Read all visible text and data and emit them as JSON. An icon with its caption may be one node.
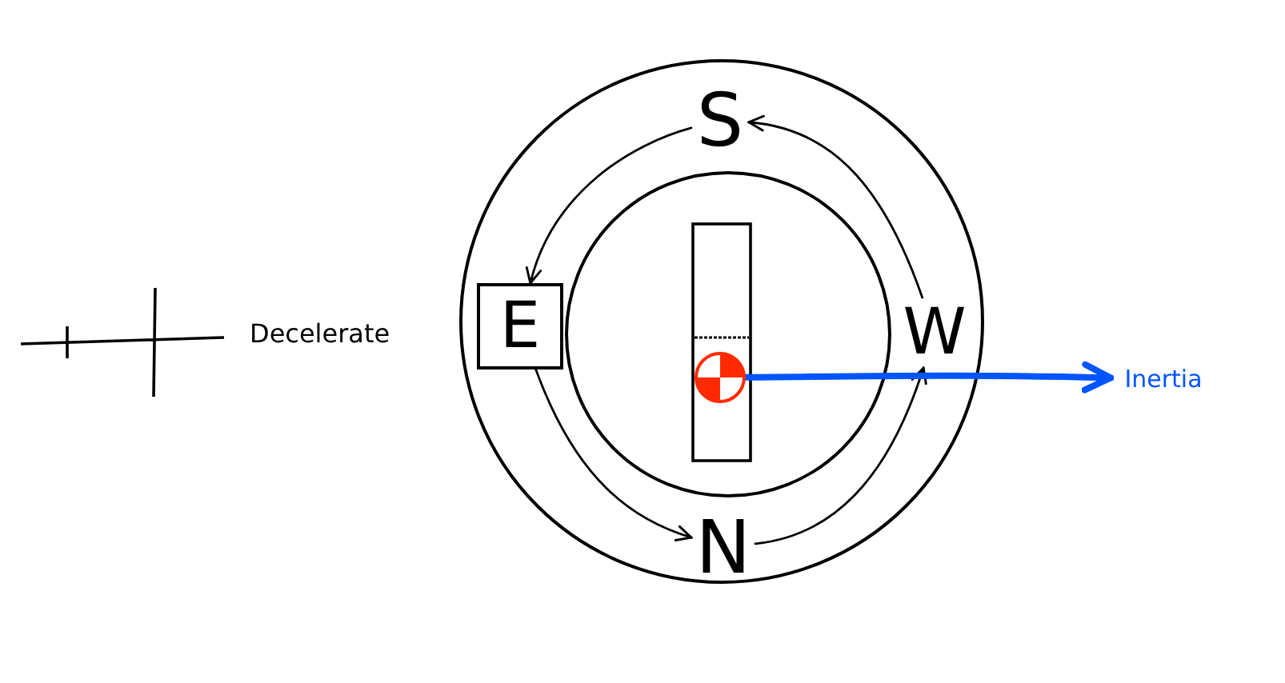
{
  "diagram": {
    "nodes": [
      {
        "text": [
          "S"
        ]
      },
      {
        "text": [
          "E"
        ]
      },
      {
        "text": [
          "N"
        ]
      },
      {
        "text": [
          "W"
        ]
      },
      {
        "text": [],
        "shape": "circle"
      },
      {
        "text": [
          "Inertia"
        ]
      }
    ],
    "edges": [
      {
        "from": 0,
        "to": 1,
        "arrow": "to"
      },
      {
        "from": 1,
        "to": 2,
        "arrow": "to"
      },
      {
        "from": 2,
        "to": 3,
        "arrow": "to"
      },
      {
        "from": 3,
        "to": 0,
        "arrow": "to"
      },
      {
        "from": 4,
        "to": 5,
        "arrow": "to",
        "style": "thick",
        "color": "#0055ff"
      }
    ],
    "labels": [
      "Decelerate"
    ]
  }
}
